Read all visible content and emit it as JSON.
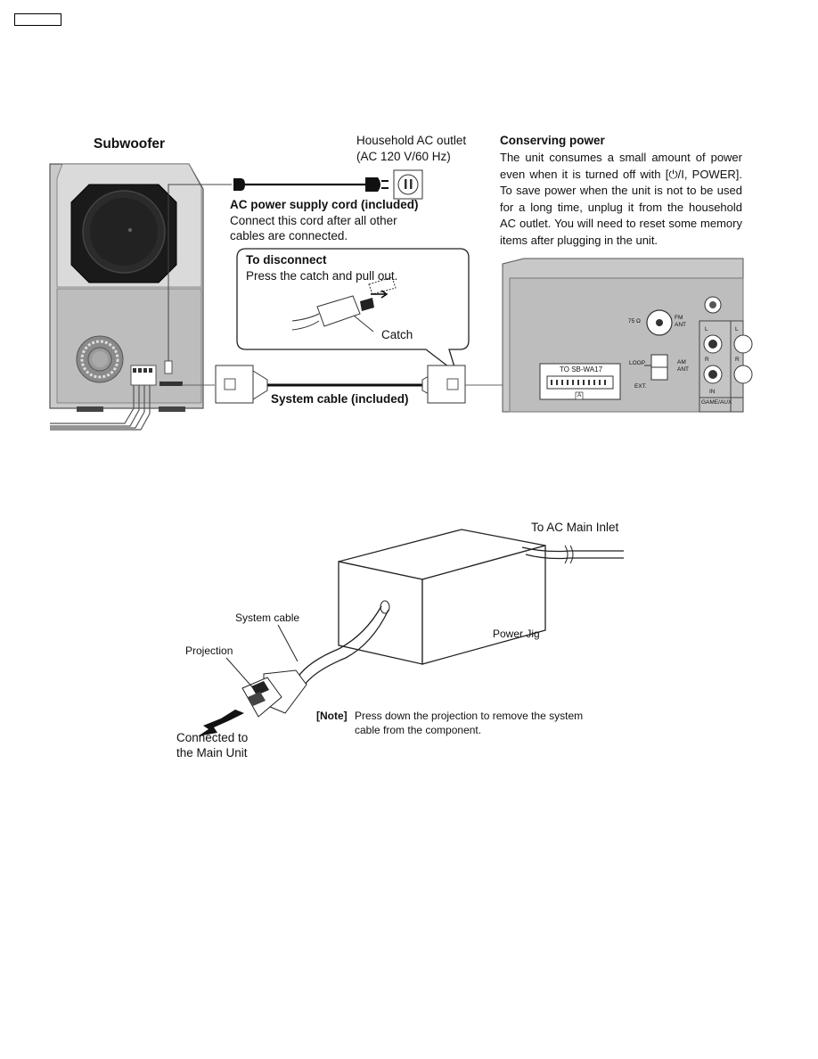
{
  "top_figure": {
    "subwoofer_title": "Subwoofer",
    "outlet_label": "Household AC outlet",
    "outlet_spec": "(AC 120 V/60 Hz)",
    "cord_title": "AC power supply cord (included)",
    "cord_note_line1": "Connect this cord after all other",
    "cord_note_line2": "cables are connected.",
    "disconnect_title": "To disconnect",
    "disconnect_text": "Press the catch and pull out.",
    "catch_label": "Catch",
    "system_cable_label": "System cable (included)",
    "conserving_title": "Conserving power",
    "conserving_text": "The unit consumes a small amount of power even when it is turned off with [⏻/I, POWER]. To save power when the unit is not to be used for a long time, unplug it from the household AC outlet. You will need to reset some memory items after plugging in the unit.",
    "main_unit": {
      "fm_ant_ohm": "75 Ω",
      "fm_ant": "FM\nANT",
      "am_ant": "AM\nANT",
      "loop": "LOOP",
      "ext": "EXT.",
      "to_sb": "TO SB-WA17",
      "a_mark": "A",
      "l1": "L",
      "r1": "R",
      "l2": "L",
      "r2": "R",
      "in": "IN",
      "game_aux": "GAME/AUX"
    }
  },
  "bottom_figure": {
    "to_ac_inlet": "To AC Main Inlet",
    "system_cable": "System cable",
    "power_jig": "Power Jig",
    "projection": "Projection",
    "connected_line1": "Connected to",
    "connected_line2": "the Main Unit",
    "note_label": "[Note]",
    "note_line1": "Press down the projection to remove the system",
    "note_line2": "cable from the component."
  }
}
